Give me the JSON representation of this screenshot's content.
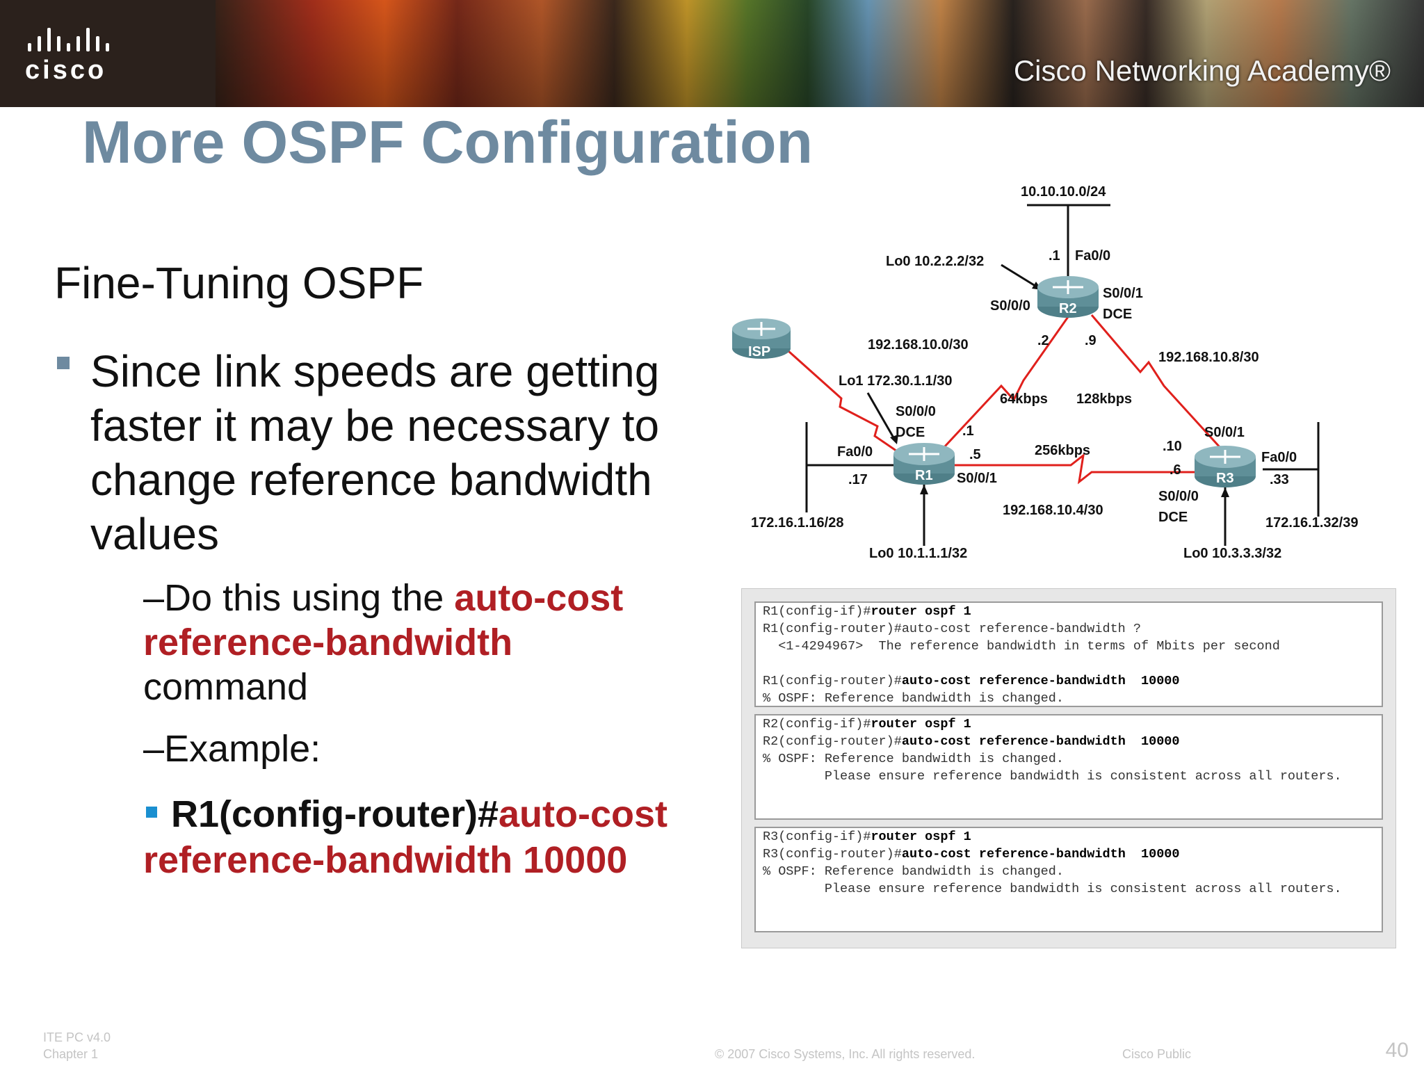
{
  "header": {
    "logo_text": "cisco",
    "academy": "Cisco Networking Academy®"
  },
  "title": "More OSPF Configuration",
  "subhead": "Fine-Tuning OSPF",
  "bullet": "Since link speeds are getting faster it may be necessary to change reference bandwidth values",
  "sub1": {
    "prefix": "–Do this using the ",
    "red": "auto-cost reference-bandwidth",
    "suffix": "command"
  },
  "sub2": "–Example:",
  "cmd": {
    "black": "R1(config-router)#",
    "red": "auto-cost reference-bandwidth 10000"
  },
  "diagram": {
    "routers": [
      "ISP",
      "R1",
      "R2",
      "R3"
    ],
    "net_top": "10.10.10.0/24",
    "r2_fa": ".1",
    "r2_fa_if": "Fa0/0",
    "r2_lo": "Lo0 10.2.2.2/32",
    "r2_s000": "S0/0/0",
    "r2_s001": "S0/0/1",
    "r2_dce": "DCE",
    "r2_h2": ".2",
    "r2_h9": ".9",
    "net_12": "192.168.10.0/30",
    "net_23": "192.168.10.8/30",
    "net_13": "192.168.10.4/30",
    "r1_lo1": "Lo1 172.30.1.1/30",
    "r1_s000": "S0/0/0",
    "r1_dce": "DCE",
    "r1_h1": ".1",
    "r1_h5": ".5",
    "r1_fa": "Fa0/0",
    "r1_h17": ".17",
    "r1_s001": "S0/0/1",
    "bw_12": "64kbps",
    "bw_23": "128kbps",
    "bw_13": "256kbps",
    "r3_s001": "S0/0/1",
    "r3_h10": ".10",
    "r3_h6": ".6",
    "r3_fa": "Fa0/0",
    "r3_h33": ".33",
    "r3_s000": "S0/0/0",
    "r3_dce": "DCE",
    "lan1": "172.16.1.16/28",
    "lan3": "172.16.1.32/39",
    "r1_lo0": "Lo0 10.1.1.1/32",
    "r3_lo0": "Lo0 10.3.3.3/32"
  },
  "terminals": {
    "r1": [
      {
        "pre": "R1(config-if)#",
        "bold": "router ospf 1",
        "post": ""
      },
      {
        "pre": "R1(config-router)#auto-cost reference-bandwidth ?",
        "bold": "",
        "post": ""
      },
      {
        "pre": "  <1-4294967>  The reference bandwidth in terms of Mbits per second",
        "bold": "",
        "post": ""
      },
      {
        "pre": "",
        "bold": "",
        "post": ""
      },
      {
        "pre": "R1(config-router)#",
        "bold": "auto-cost reference-bandwidth  10000",
        "post": ""
      },
      {
        "pre": "% OSPF: Reference bandwidth is changed.",
        "bold": "",
        "post": ""
      }
    ],
    "r2": [
      {
        "pre": "R2(config-if)#",
        "bold": "router ospf 1",
        "post": ""
      },
      {
        "pre": "R2(config-router)#",
        "bold": "auto-cost reference-bandwidth  10000",
        "post": ""
      },
      {
        "pre": "% OSPF: Reference bandwidth is changed.",
        "bold": "",
        "post": ""
      },
      {
        "pre": "        Please ensure reference bandwidth is consistent across all routers.",
        "bold": "",
        "post": ""
      }
    ],
    "r3": [
      {
        "pre": "R3(config-if)#",
        "bold": "router ospf 1",
        "post": ""
      },
      {
        "pre": "R3(config-router)#",
        "bold": "auto-cost reference-bandwidth  10000",
        "post": ""
      },
      {
        "pre": "% OSPF: Reference bandwidth is changed.",
        "bold": "",
        "post": ""
      },
      {
        "pre": "        Please ensure reference bandwidth is consistent across all routers.",
        "bold": "",
        "post": ""
      }
    ]
  },
  "footer": {
    "course": "ITE PC v4.0",
    "chapter": "Chapter 1",
    "copyright": "© 2007 Cisco Systems, Inc. All rights reserved.",
    "classification": "Cisco Public",
    "page": "40"
  }
}
